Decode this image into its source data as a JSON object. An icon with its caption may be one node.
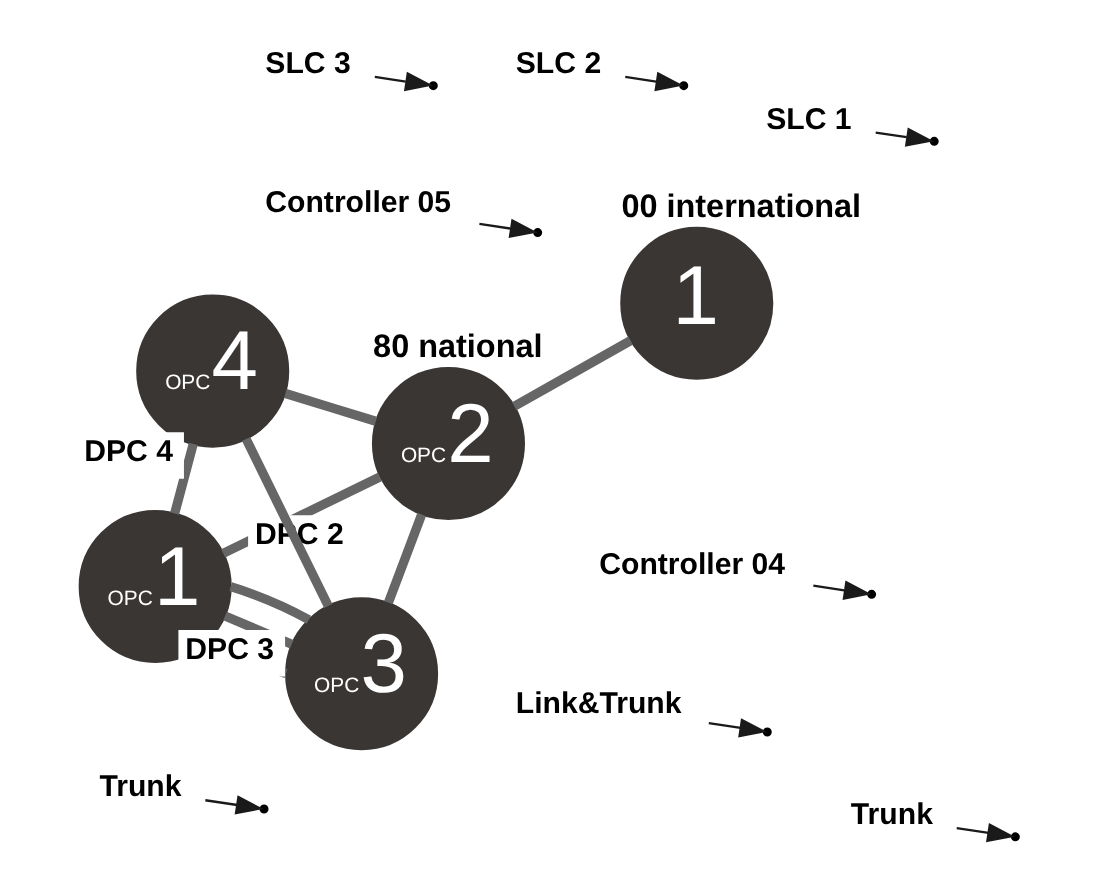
{
  "diagram": {
    "nodes": [
      {
        "text": [
          "OPC",
          "1"
        ]
      },
      {
        "text": [
          "OPC",
          "2"
        ],
        "beside": [
          "80 national"
        ]
      },
      {
        "text": [
          "OPC",
          "3"
        ]
      },
      {
        "text": [
          "OPC",
          "4"
        ]
      },
      {
        "text": [
          "1"
        ],
        "beside": [
          "00 international"
        ]
      },
      {
        "text": [
          "Controller 04"
        ]
      },
      {
        "text": [
          "SLC 1"
        ]
      },
      {
        "text": [
          "SLC 2"
        ]
      },
      {
        "text": [
          "SLC 3"
        ]
      },
      {
        "text": [
          "Controller 05"
        ]
      },
      {
        "text": [
          "Trunk"
        ]
      },
      {
        "text": [
          "Trunk"
        ]
      },
      {
        "text": [
          "Link&Trunk"
        ]
      }
    ],
    "edges": [
      {
        "from": 0,
        "to": 2,
        "arrow": "none"
      },
      {
        "from": 0,
        "to": 2,
        "arrow": "none"
      },
      {
        "from": 1,
        "to": 3,
        "arrow": "none"
      },
      {
        "from": 1,
        "to": 2,
        "arrow": "none"
      },
      {
        "from": 3,
        "to": 2,
        "arrow": "none"
      },
      {
        "from": 1,
        "to": 4,
        "arrow": "none"
      },
      {
        "from": 5,
        "to": null,
        "arrow": "to",
        "color": "#1a1a1a"
      },
      {
        "from": 6,
        "to": null,
        "arrow": "to",
        "color": "#1a1a1a"
      },
      {
        "from": 7,
        "to": null,
        "arrow": "to",
        "color": "#1a1a1a"
      },
      {
        "from": 8,
        "to": null,
        "arrow": "to",
        "color": "#1a1a1a"
      },
      {
        "from": 9,
        "to": null,
        "arrow": "to",
        "color": "#1a1a1a"
      },
      {
        "from": 10,
        "to": null,
        "arrow": "to",
        "color": "#1a1a1a"
      },
      {
        "from": 11,
        "to": null,
        "arrow": "to",
        "color": "#1a1a1a"
      },
      {
        "from": 12,
        "to": null,
        "arrow": "to",
        "color": "#1a1a1a"
      },
      {
        "from": 0,
        "to": 1,
        "arrow": "none",
        "label": "DPC 2"
      },
      {
        "from": 0,
        "to": 2,
        "arrow": "none",
        "label": "DPC 3"
      },
      {
        "from": 0,
        "to": 3,
        "arrow": "none",
        "label": "DPC 4"
      }
    ]
  }
}
